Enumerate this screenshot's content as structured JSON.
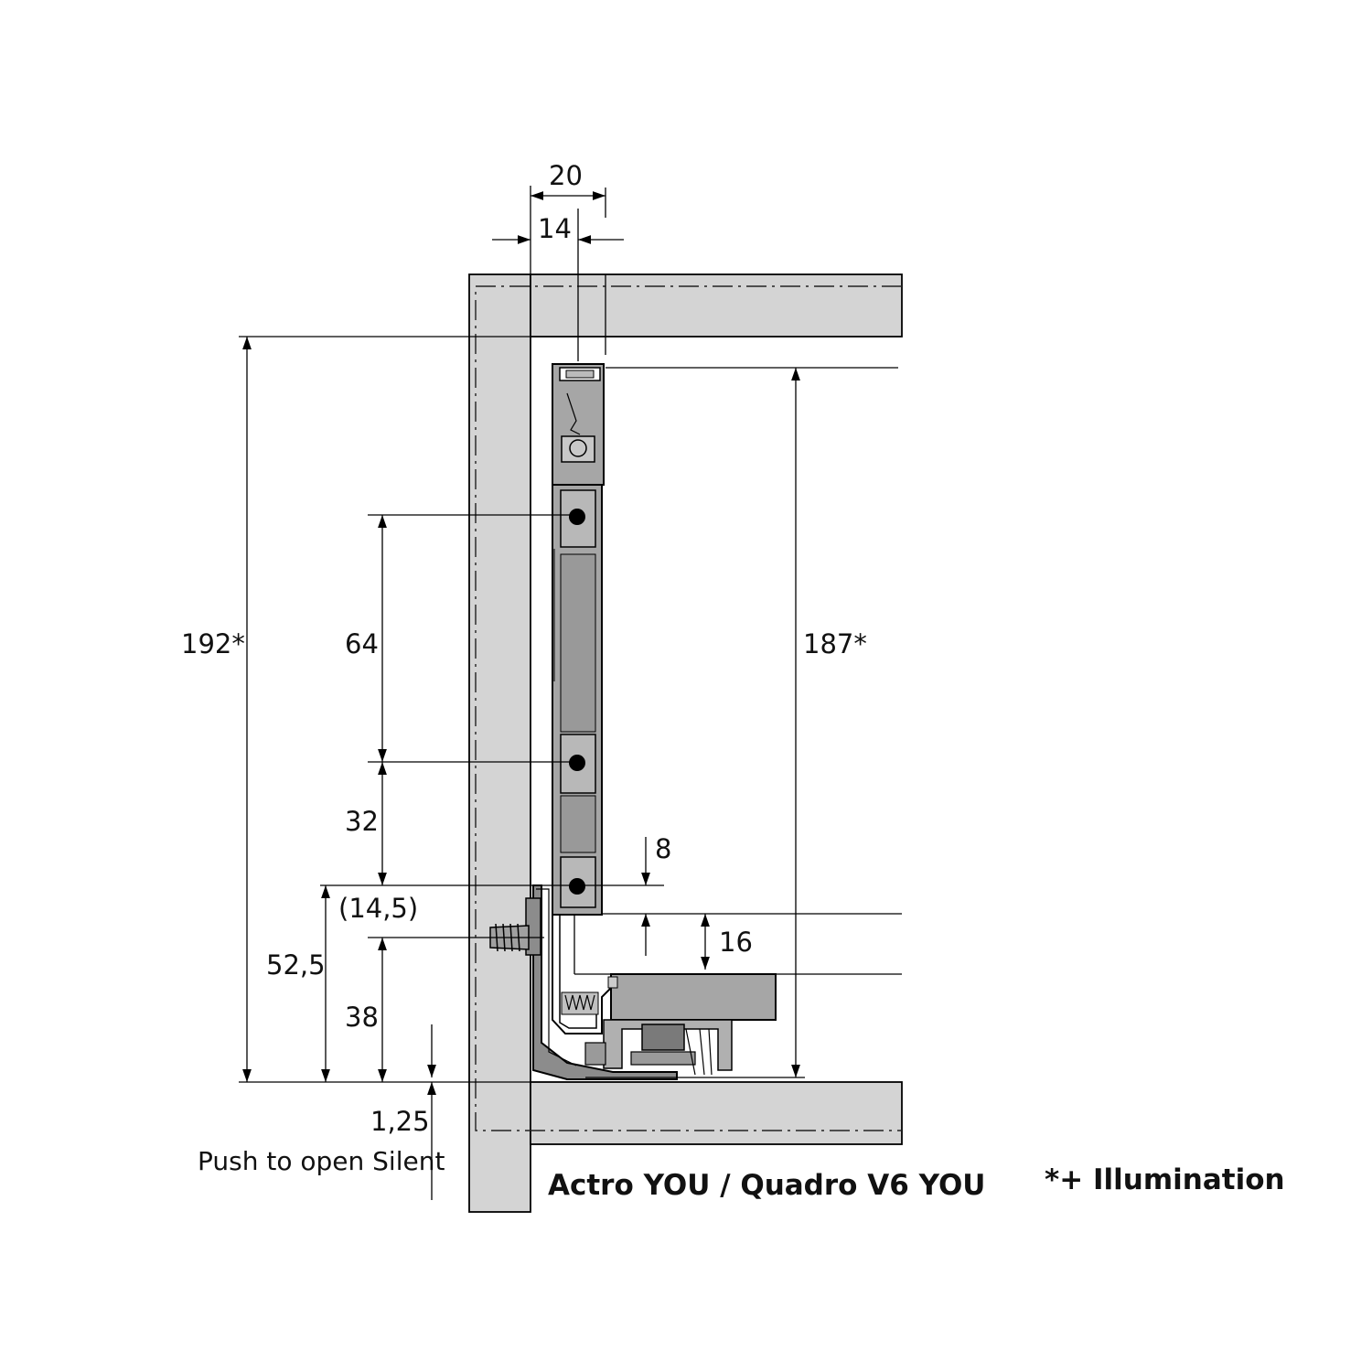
{
  "dimensions": {
    "width_outer": "20",
    "width_inner": "14",
    "height_overall": "192*",
    "height_side": "187*",
    "hole_spacing_upper": "64",
    "hole_spacing_lower": "32",
    "offset_8": "8",
    "offset_14_5": "(14,5)",
    "bottom_thickness": "16",
    "height_52_5": "52,5",
    "height_38": "38",
    "gap_1_25": "1,25"
  },
  "labels": {
    "push_to_open": "Push to open Silent",
    "product": "Actro YOU / Quadro V6 YOU",
    "footnote": "*+ Illumination"
  },
  "colors": {
    "panel_fill": "#d4d4d4",
    "profile_fill": "#a6a6a6",
    "runner_fill": "#8c8c8c",
    "line": "#000000"
  }
}
